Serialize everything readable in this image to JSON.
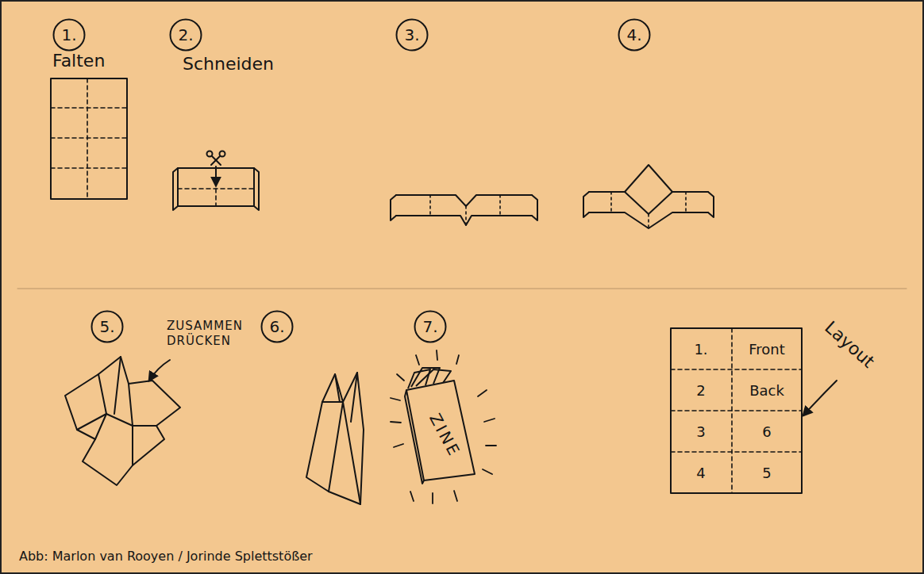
{
  "diagram": {
    "nodes": [
      {
        "text": [
          "1."
        ]
      },
      {
        "text": [
          "2."
        ]
      },
      {
        "text": [
          "3."
        ]
      },
      {
        "text": [
          "4."
        ]
      },
      {
        "text": [
          "5."
        ]
      },
      {
        "text": [
          "6."
        ]
      },
      {
        "text": [
          "7."
        ]
      },
      {
        "text": [
          "ZINE"
        ]
      }
    ],
    "labels": [
      "Falten",
      "Schneiden",
      "ZUSAMMEN DRÜCKEN",
      "1.",
      "Front",
      "2",
      "Back",
      "3",
      "6",
      "4",
      "5",
      "Layout",
      "Abb: Marlon van Rooyen / Jorinde Splettstößer"
    ]
  }
}
